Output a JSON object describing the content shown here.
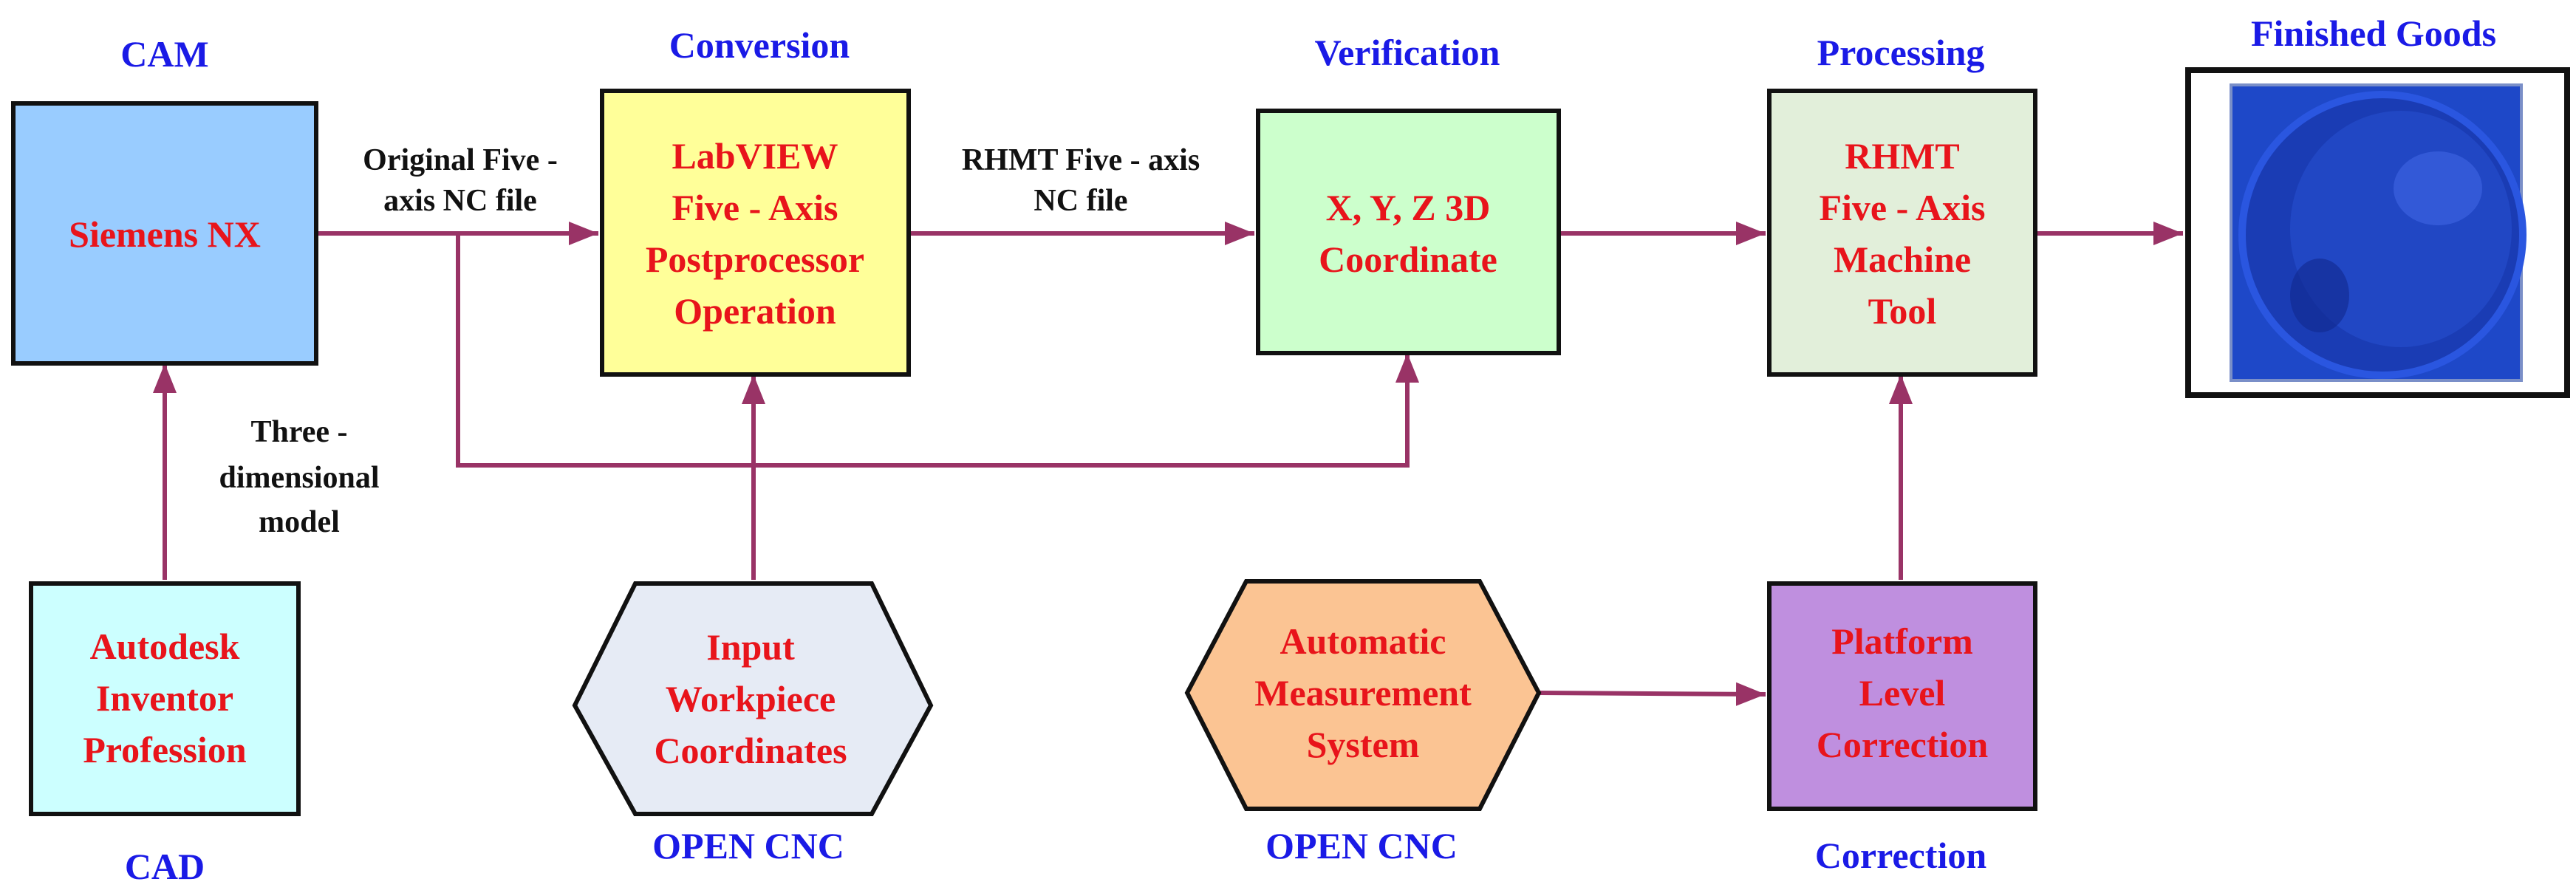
{
  "stages": {
    "cam": "CAM",
    "conversion": "Conversion",
    "verification": "Verification",
    "processing": "Processing",
    "finished_goods": "Finished Goods",
    "cad": "CAD",
    "open_cnc_1": "OPEN CNC",
    "open_cnc_2": "OPEN CNC",
    "correction": "Correction"
  },
  "boxes": {
    "siemens_nx": {
      "lines": [
        "Siemens NX"
      ],
      "fill": "#99ccff"
    },
    "labview": {
      "lines": [
        "LabVIEW",
        "Five - Axis",
        "Postprocessor",
        "Operation"
      ],
      "fill": "#ffff99"
    },
    "xyz": {
      "lines": [
        "X, Y, Z 3D",
        "Coordinate"
      ],
      "fill": "#ccffcc"
    },
    "rhmt": {
      "lines": [
        "RHMT",
        "Five - Axis",
        "Machine",
        "Tool"
      ],
      "fill": "#e2efda"
    },
    "autodesk": {
      "lines": [
        "Autodesk",
        "Inventor",
        "Profession"
      ],
      "fill": "#ccffff"
    },
    "input_workpiece": {
      "lines": [
        "Input",
        "Workpiece",
        "Coordinates"
      ],
      "fill": "#e6ebf5"
    },
    "auto_measure": {
      "lines": [
        "Automatic",
        "Measurement",
        "System"
      ],
      "fill": "#fbc493"
    },
    "platform": {
      "lines": [
        "Platform",
        "Level",
        "Correction"
      ],
      "fill": "#bf8fdf"
    }
  },
  "arrow_labels": {
    "original_nc": [
      "Original Five -",
      "axis NC file"
    ],
    "rhmt_nc": [
      "RHMT Five - axis",
      "NC file"
    ],
    "three_d_model": [
      "Three -",
      "dimensional",
      "model"
    ]
  },
  "colors": {
    "stage_label": "#1a1ae6",
    "box_text": "#e8141b",
    "arrow": "#993366"
  }
}
